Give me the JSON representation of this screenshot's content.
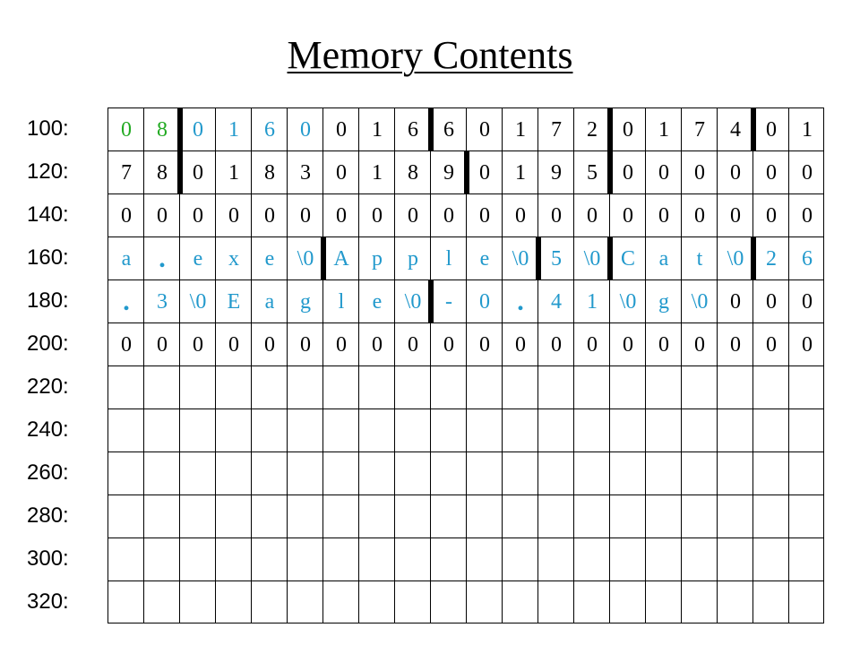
{
  "title": "Memory Contents",
  "colors": {
    "grid": "#000000",
    "default_text": "#000000",
    "pointer_text": "#22aa22",
    "string_text": "#2299cc"
  },
  "addresses": [
    "100:",
    "120:",
    "140:",
    "160:",
    "180:",
    "200:",
    "220:",
    "240:",
    "260:",
    "280:",
    "300:",
    "320:"
  ],
  "rows": [
    {
      "cells": [
        "0",
        "8",
        "0",
        "1",
        "6",
        "0",
        "0",
        "1",
        "6",
        "6",
        "0",
        "1",
        "7",
        "2",
        "0",
        "1",
        "7",
        "4",
        "0",
        "1"
      ],
      "color": "#000000",
      "cell_colors": {
        "0": "#22aa22",
        "1": "#22aa22",
        "2": "#2299cc",
        "3": "#2299cc",
        "4": "#2299cc",
        "5": "#2299cc"
      },
      "separators": [
        2,
        9,
        14,
        18
      ]
    },
    {
      "cells": [
        "7",
        "8",
        "0",
        "1",
        "8",
        "3",
        "0",
        "1",
        "8",
        "9",
        "0",
        "1",
        "9",
        "5",
        "0",
        "0",
        "0",
        "0",
        "0",
        "0"
      ],
      "color": "#000000",
      "separators": [
        2,
        10,
        14
      ]
    },
    {
      "cells": [
        "0",
        "0",
        "0",
        "0",
        "0",
        "0",
        "0",
        "0",
        "0",
        "0",
        "0",
        "0",
        "0",
        "0",
        "0",
        "0",
        "0",
        "0",
        "0",
        "0"
      ],
      "color": "#000000",
      "separators": []
    },
    {
      "cells": [
        "a",
        ".",
        "e",
        "x",
        "e",
        "\\0",
        "A",
        "p",
        "p",
        "l",
        "e",
        "\\0",
        "5",
        "\\0",
        "C",
        "a",
        "t",
        "\\0",
        "2",
        "6"
      ],
      "color": "#2299cc",
      "separators": [
        6,
        12,
        14,
        18
      ]
    },
    {
      "cells": [
        ".",
        "3",
        "\\0",
        "E",
        "a",
        "g",
        "l",
        "e",
        "\\0",
        "-",
        "0",
        ".",
        "4",
        "1",
        "\\0",
        "g",
        "\\0",
        "0",
        "0",
        "0"
      ],
      "color": "#2299cc",
      "cell_colors": {
        "17": "#000000",
        "18": "#000000",
        "19": "#000000"
      },
      "separators": [
        9
      ]
    },
    {
      "cells": [
        "0",
        "0",
        "0",
        "0",
        "0",
        "0",
        "0",
        "0",
        "0",
        "0",
        "0",
        "0",
        "0",
        "0",
        "0",
        "0",
        "0",
        "0",
        "0",
        "0"
      ],
      "color": "#000000",
      "separators": []
    }
  ]
}
